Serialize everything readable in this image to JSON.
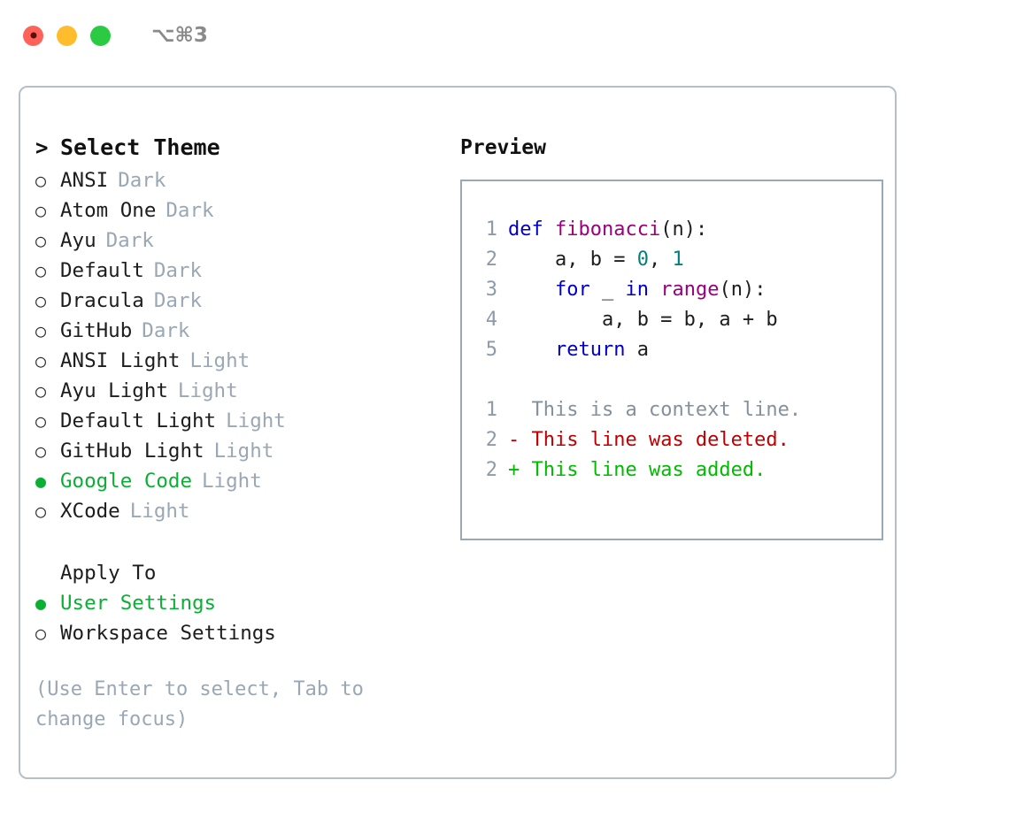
{
  "titlebar": {
    "shortcut": "⌥⌘3",
    "buttons": [
      {
        "name": "close",
        "color": "#ff6259"
      },
      {
        "name": "minimize",
        "color": "#ffbd2e"
      },
      {
        "name": "zoom",
        "color": "#2acb42"
      }
    ]
  },
  "theme_list": {
    "caret": ">",
    "header": "Select Theme",
    "marker_selected": "●",
    "marker_unselected": "○",
    "selected_color": "#0ab033",
    "badge_color": "#9aa7b4",
    "items": [
      {
        "label": "ANSI",
        "badge": "Dark",
        "selected": false
      },
      {
        "label": "Atom One",
        "badge": "Dark",
        "selected": false
      },
      {
        "label": "Ayu",
        "badge": "Dark",
        "selected": false
      },
      {
        "label": "Default",
        "badge": "Dark",
        "selected": false
      },
      {
        "label": "Dracula",
        "badge": "Dark",
        "selected": false
      },
      {
        "label": "GitHub",
        "badge": "Dark",
        "selected": false
      },
      {
        "label": "ANSI Light",
        "badge": "Light",
        "selected": false
      },
      {
        "label": "Ayu Light",
        "badge": "Light",
        "selected": false
      },
      {
        "label": "Default Light",
        "badge": "Light",
        "selected": false
      },
      {
        "label": "GitHub Light",
        "badge": "Light",
        "selected": false
      },
      {
        "label": "Google Code",
        "badge": "Light",
        "selected": true
      },
      {
        "label": "XCode",
        "badge": "Light",
        "selected": false
      }
    ]
  },
  "apply_to": {
    "label": "Apply To",
    "options": [
      {
        "label": "User Settings",
        "selected": true
      },
      {
        "label": "Workspace Settings",
        "selected": false
      }
    ]
  },
  "hint": "(Use Enter to select, Tab to change focus)",
  "preview": {
    "title": "Preview",
    "code_lines": [
      {
        "lineno": "1",
        "tokens": [
          {
            "text": "def ",
            "type": "kw"
          },
          {
            "text": "fibonacci",
            "type": "fn"
          },
          {
            "text": "(n):",
            "type": "pl"
          }
        ]
      },
      {
        "lineno": "2",
        "tokens": [
          {
            "text": "    a, b = ",
            "type": "pl"
          },
          {
            "text": "0",
            "type": "num"
          },
          {
            "text": ", ",
            "type": "pl"
          },
          {
            "text": "1",
            "type": "num"
          }
        ]
      },
      {
        "lineno": "3",
        "tokens": [
          {
            "text": "    ",
            "type": "pl"
          },
          {
            "text": "for",
            "type": "kw"
          },
          {
            "text": " _ ",
            "type": "pl"
          },
          {
            "text": "in",
            "type": "kw"
          },
          {
            "text": " ",
            "type": "pl"
          },
          {
            "text": "range",
            "type": "fn"
          },
          {
            "text": "(n):",
            "type": "pl"
          }
        ]
      },
      {
        "lineno": "4",
        "tokens": [
          {
            "text": "        a, b = b, a + b",
            "type": "pl"
          }
        ]
      },
      {
        "lineno": "5",
        "tokens": [
          {
            "text": "    ",
            "type": "pl"
          },
          {
            "text": "return",
            "type": "kw"
          },
          {
            "text": " a",
            "type": "pl"
          }
        ]
      }
    ],
    "diff_lines": [
      {
        "lineno": "1",
        "sign": " ",
        "text": "This is a context line.",
        "kind": "ctx"
      },
      {
        "lineno": "2",
        "sign": "-",
        "text": "This line was deleted.",
        "kind": "del"
      },
      {
        "lineno": "2",
        "sign": "+",
        "text": "This line was added.",
        "kind": "add"
      }
    ],
    "colors": {
      "keyword": "#0000c8",
      "function": "#9c007d",
      "number": "#00807e",
      "plain": "#1d1d1d",
      "lineno": "#8e9aa8",
      "diff_context": "#84909c",
      "diff_deleted": "#c00000",
      "diff_added": "#00bb00"
    }
  }
}
